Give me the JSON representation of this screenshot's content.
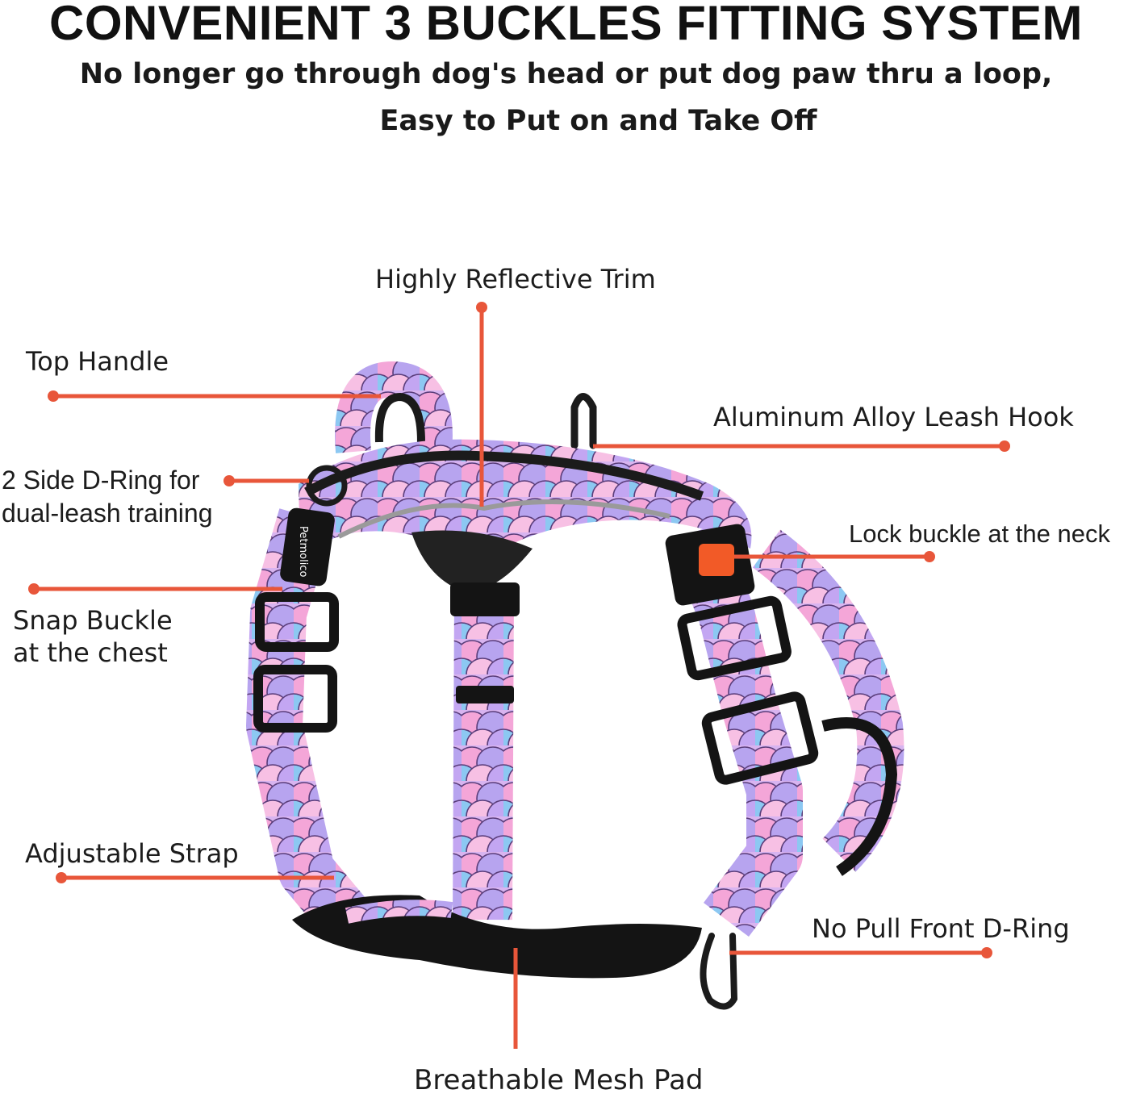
{
  "header": {
    "title": "CONVENIENT 3 BUCKLES FITTING SYSTEM",
    "subtitle_line1": "No longer go through dog's head or put dog paw thru a loop,",
    "subtitle_line2": "Easy to Put on and Take Off"
  },
  "callouts": {
    "reflective_trim": "Highly Reflective Trim",
    "top_handle": "Top Handle",
    "leash_hook": "Aluminum Alloy Leash Hook",
    "side_dring_line1": "2 Side D-Ring for",
    "side_dring_line2": "dual-leash training",
    "lock_buckle": "Lock buckle at the neck",
    "snap_buckle_line1": "Snap Buckle",
    "snap_buckle_line2": "at the chest",
    "adjustable_strap": "Adjustable Strap",
    "front_dring": "No Pull Front D-Ring",
    "mesh_pad": "Breathable Mesh Pad"
  },
  "product": {
    "brand_label": "Petmolico"
  },
  "colors": {
    "callout_line": "#e8563a",
    "buckle_black": "#141414",
    "lock_tab": "#f25a27",
    "pattern_pink": "#f4a6d8",
    "pattern_purple": "#b7a4ef",
    "pattern_blue": "#8cc8f2"
  }
}
